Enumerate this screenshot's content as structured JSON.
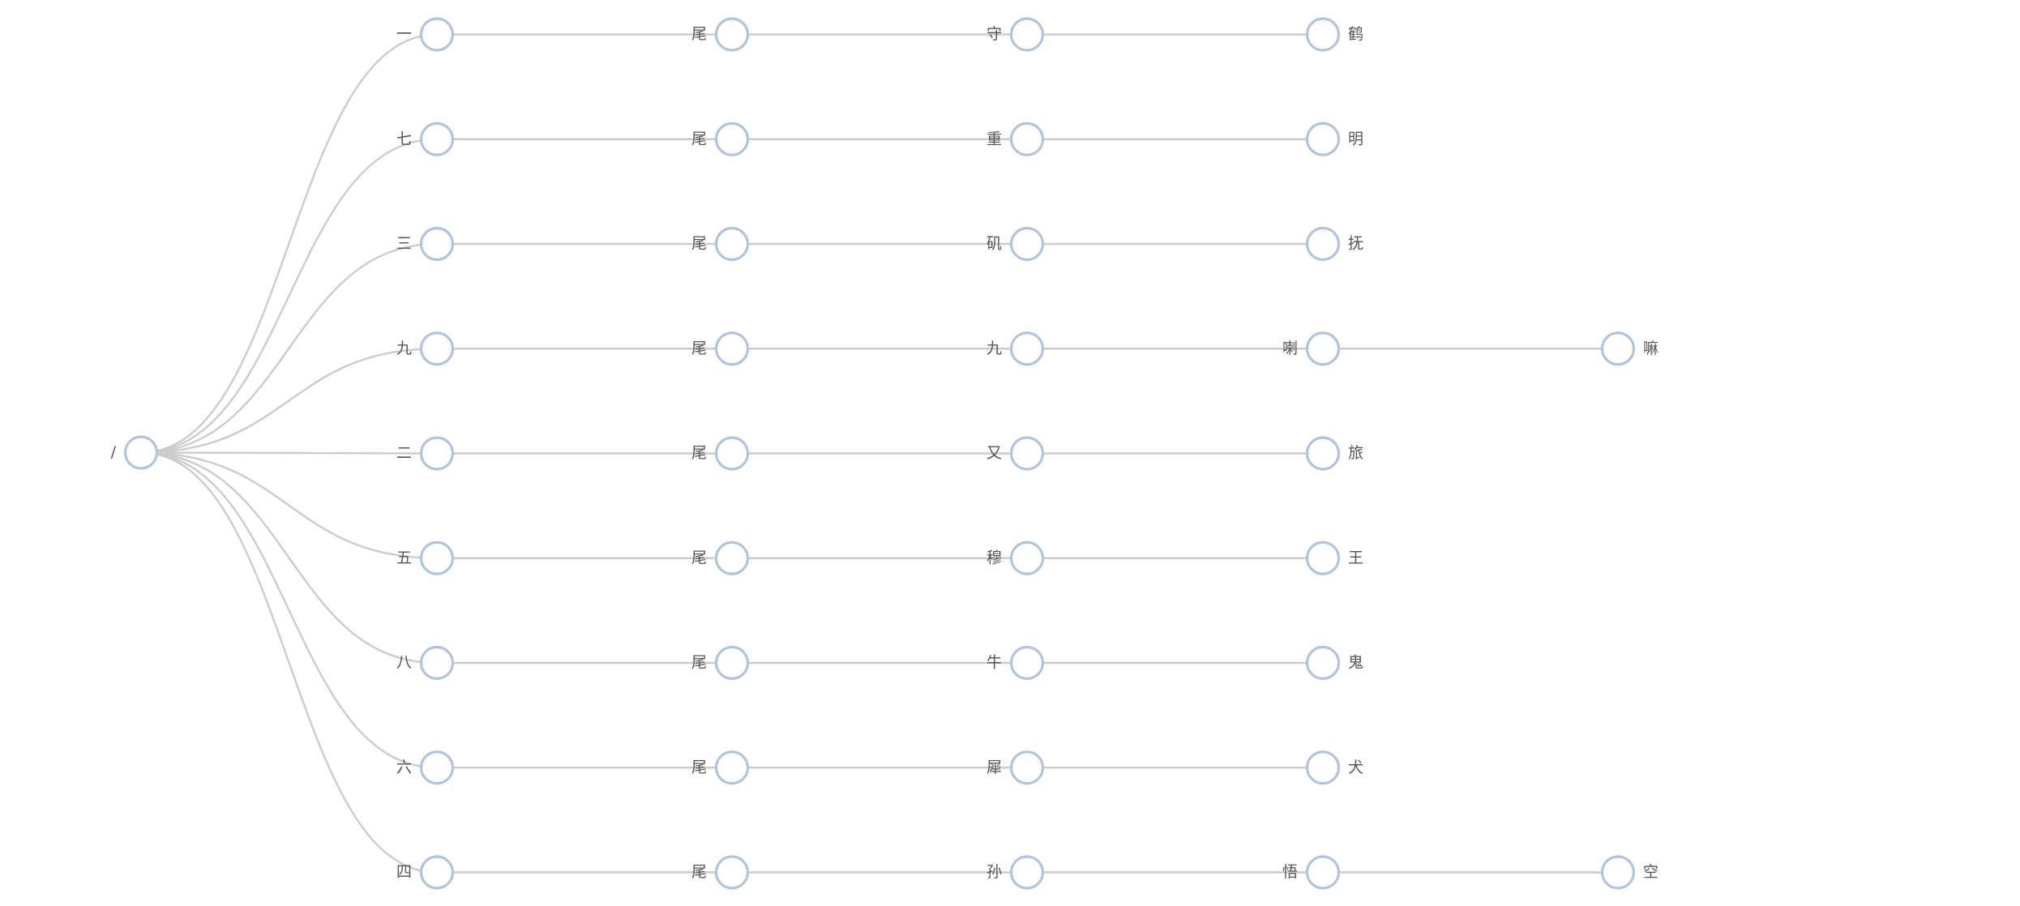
{
  "tree": {
    "name": "/",
    "children": [
      {
        "name": "一",
        "children": [
          {
            "name": "尾",
            "children": [
              {
                "name": "守",
                "children": [
                  {
                    "name": "鹤"
                  }
                ]
              }
            ]
          }
        ]
      },
      {
        "name": "七",
        "children": [
          {
            "name": "尾",
            "children": [
              {
                "name": "重",
                "children": [
                  {
                    "name": "明"
                  }
                ]
              }
            ]
          }
        ]
      },
      {
        "name": "三",
        "children": [
          {
            "name": "尾",
            "children": [
              {
                "name": "矶",
                "children": [
                  {
                    "name": "抚"
                  }
                ]
              }
            ]
          }
        ]
      },
      {
        "name": "九",
        "children": [
          {
            "name": "尾",
            "children": [
              {
                "name": "九",
                "children": [
                  {
                    "name": "喇",
                    "children": [
                      {
                        "name": "嘛"
                      }
                    ]
                  }
                ]
              }
            ]
          }
        ]
      },
      {
        "name": "二",
        "children": [
          {
            "name": "尾",
            "children": [
              {
                "name": "又",
                "children": [
                  {
                    "name": "旅"
                  }
                ]
              }
            ]
          }
        ]
      },
      {
        "name": "五",
        "children": [
          {
            "name": "尾",
            "children": [
              {
                "name": "穆",
                "children": [
                  {
                    "name": "王"
                  }
                ]
              }
            ]
          }
        ]
      },
      {
        "name": "八",
        "children": [
          {
            "name": "尾",
            "children": [
              {
                "name": "牛",
                "children": [
                  {
                    "name": "鬼"
                  }
                ]
              }
            ]
          }
        ]
      },
      {
        "name": "六",
        "children": [
          {
            "name": "尾",
            "children": [
              {
                "name": "犀",
                "children": [
                  {
                    "name": "犬"
                  }
                ]
              }
            ]
          }
        ]
      },
      {
        "name": "四",
        "children": [
          {
            "name": "尾",
            "children": [
              {
                "name": "孙",
                "children": [
                  {
                    "name": "悟",
                    "children": [
                      {
                        "name": "空"
                      }
                    ]
                  }
                ]
              }
            ]
          }
        ]
      }
    ]
  },
  "colors": {
    "node_stroke": "#b0c4de",
    "node_fill": "#ffffff",
    "link": "#cccccc",
    "label": "#555555"
  }
}
